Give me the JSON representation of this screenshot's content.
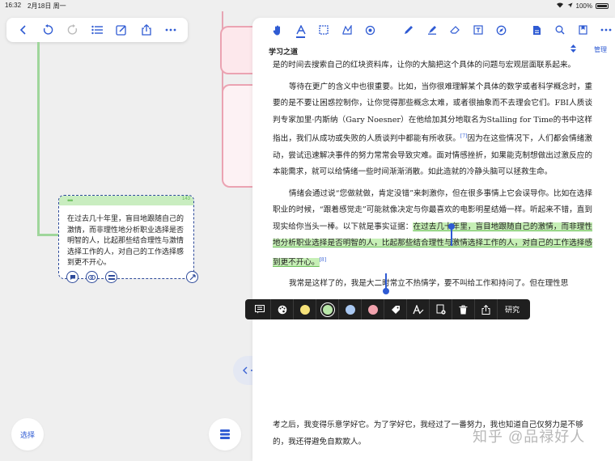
{
  "status_bar": {
    "time": "16:32",
    "date": "2月18日 周一",
    "battery": "100%"
  },
  "left_toolbar": {
    "icons": [
      "back-icon",
      "undo-icon",
      "redo-icon",
      "outline-list-icon",
      "edit-icon",
      "share-icon",
      "more-icon"
    ]
  },
  "note_card": {
    "counter": "143",
    "text": "在过去几十年里，盲目地跟随自己的激情，而非理性地分析职业选择是否明智的人，比起那些结合理性与激情选择工作的人，对自己的工作选择感到更不开心。"
  },
  "select_button": {
    "label": "选择"
  },
  "document": {
    "title": "学习之道",
    "manage_label": "管理",
    "toolbar_icons": [
      "hand-icon",
      "text-select-icon",
      "rectangle-select-icon",
      "lasso-icon",
      "shape-icon",
      "pen-icon",
      "highlighter-icon",
      "eraser-icon",
      "text-box-icon",
      "compass-icon",
      "page-icon",
      "search-icon",
      "bookmark-icon",
      "more-icon"
    ],
    "line_top": "是的时间去搜索自己的红块资料库，让你的大脑把这个具体的问题与宏观层面联系起来。",
    "para1": "等待在更广的含义中也很重要。比如，当你很难理解某个具体的数学或者科学概念时，重要的是不要让困惑控制你，让你觉得那些概念太难，或者很抽象而不去理会它们。FBI人质谈判专家加里·内斯纳（Gary Noesner）在他给加其分地取名为Stalling for Time的书中这样指出，我们从成功或失败的人质谈判中都能有所收获。",
    "para1_ref": "[7]",
    "para1_tail": "因为在这些情况下，人们都会情绪激动，尝试迅速解决事件的努力常常会导致灾难。面对情感挫折，如果能克制想做出过激反应的本能需求，就可以给情绪一些时间渐渐消散。如此造就的冷静头脑可以拯救生命。",
    "para2_head": "情绪会通过说“您做就做，肯定没错”来刺激你，但在很多事情上它会误导你。比如在选择职业的时候，“跟着感觉走”可能就像决定与你最喜欢的电影明星结婚一样。听起来不错，直到现实给你当头一棒。以下就是事实证据：",
    "para2_highlight": "在过去几十年里，盲目地跟随自己的激情，而非理性地分析职业选择是否明智的人，比起那些结合理性与激情选择工作的人，对自己的工作选择感到更不开心。",
    "para2_ref": "[8]",
    "para3_partial": "我常是这样了的，我是大二时常立不热情学，要不叫给工作和持问了。但在理性思",
    "bottom_text": "考之后，我变得乐意学好它。为了学好它，我经过了一番努力，我也知道自己仅努力是不够的，我还得避免自欺欺人。",
    "watermark": "知乎 @品禄好人"
  },
  "float_toolbar": {
    "items": [
      "note-icon",
      "palette-icon",
      "color-yellow",
      "color-green",
      "color-blue",
      "color-red",
      "tag-icon",
      "handwriting-icon",
      "add-card-icon",
      "delete-icon",
      "share-icon"
    ],
    "research_label": "研究",
    "colors": {
      "yellow": "#f6e27a",
      "green": "#b9e7a9",
      "blue": "#a9c8f2",
      "red": "#f2a3ae"
    }
  },
  "colors": {
    "accent": "#2f5bd3",
    "highlight": "#c6efb6",
    "card_border": "#2d4a9a",
    "mindmap_green": "#9fd69b",
    "mindmap_pink": "#eba3b2"
  }
}
